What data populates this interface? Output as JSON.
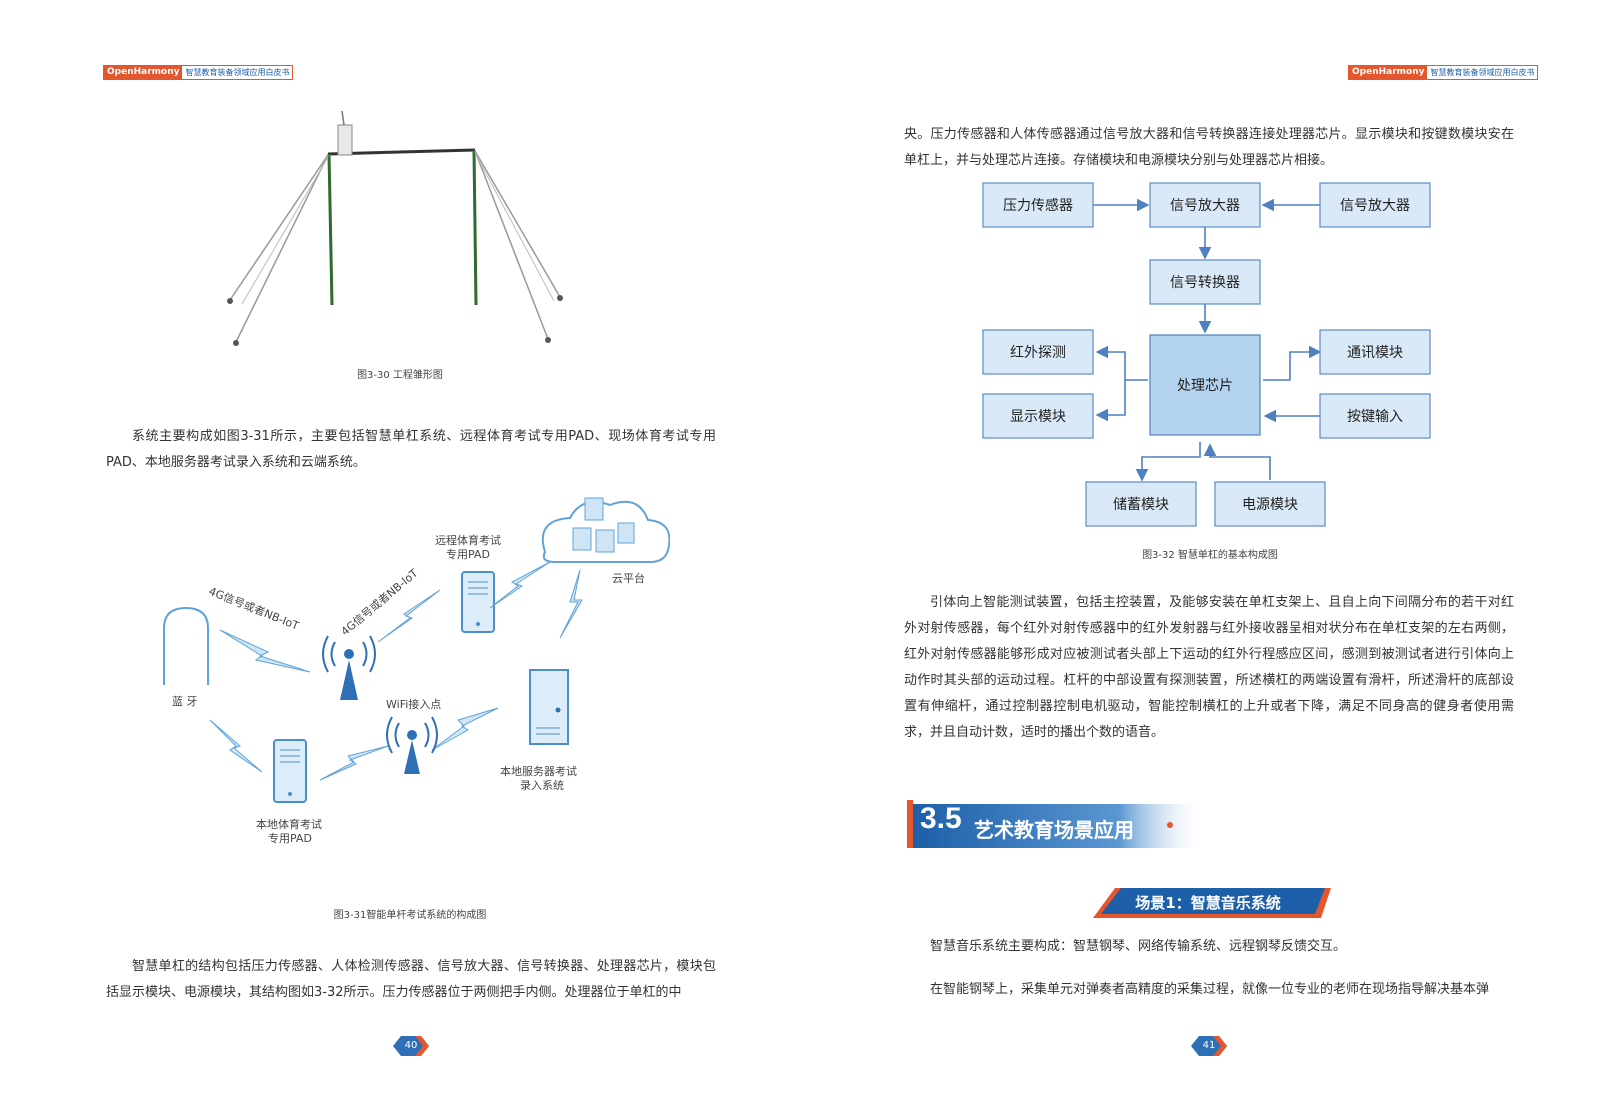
{
  "header": {
    "brand": "OpenHarmony",
    "subtitle": "智慧教育装备领域应用白皮书"
  },
  "left": {
    "figure30_caption": "图3-30 工程雏形图",
    "para1": "系统主要构成如图3-31所示，主要包括智慧单杠系统、远程体育考试专用PAD、现场体育考试专用PAD、本地服务器考试录入系统和云端系统。",
    "network": {
      "remote_pad": "远程体育考试专用PAD",
      "cloud": "云平台",
      "signal_left": "4G信号或者NB-IoT",
      "signal_right": "4G信号或者NB-IoT",
      "bluetooth": "蓝 牙",
      "wifi": "WiFi接入点",
      "server": "本地服务器考试录入系统",
      "local_pad": "本地体育考试专用PAD"
    },
    "figure31_caption": "图3-31智能单杆考试系统的构成图",
    "para2": "智慧单杠的结构包括压力传感器、人体检测传感器、信号放大器、信号转换器、处理器芯片，模块包括显示模块、电源模块，其结构图如3-32所示。压力传感器位于两侧把手内侧。处理器位于单杠的中",
    "page_number": "40"
  },
  "right": {
    "para1": "央。压力传感器和人体传感器通过信号放大器和信号转换器连接处理器芯片。显示模块和按键数模块安在单杠上，并与处理芯片连接。存储模块和电源模块分别与处理器芯片相接。",
    "flowchart": {
      "pressure": "压力传感器",
      "amp_center": "信号放大器",
      "amp_right": "信号放大器",
      "converter": "信号转换器",
      "infrared": "红外探测",
      "processor": "处理芯片",
      "comm": "通讯模块",
      "display": "显示模块",
      "keys": "按键输入",
      "storage": "储蓄模块",
      "power": "电源模块"
    },
    "figure32_caption": "图3-32 智慧单杠的基本构成图",
    "para2": "引体向上智能测试装置，包括主控装置，及能够安装在单杠支架上、且自上向下间隔分布的若干对红外对射传感器，每个红外对射传感器中的红外发射器与红外接收器呈相对状分布在单杠支架的左右两侧，红外对射传感器能够形成对应被测试者头部上下运动的红外行程感应区间，感测到被测试者进行引体向上动作时其头部的运动过程。杠杆的中部设置有探测装置，所述横杠的两端设置有滑杆，所述滑杆的底部设置有伸缩杆，通过控制器控制电机驱动，智能控制横杠的上升或者下降，满足不同身高的健身者使用需求，并且自动计数，适时的播出个数的语音。",
    "section_number": "3.5",
    "section_title": "艺术教育场景应用",
    "scene_title": "场景1：智慧音乐系统",
    "para3": "智慧音乐系统主要构成：智慧钢琴、网络传输系统、远程钢琴反馈交互。",
    "para4": "在智能钢琴上，采集单元对弹奏者高精度的采集过程，就像一位专业的老师在现场指导解决基本弹",
    "page_number": "41"
  },
  "colors": {
    "brand_orange": "#e4572e",
    "brand_blue": "#1d5fa8",
    "box_fill": "#d9e9f7",
    "box_stroke": "#5b8cc7"
  }
}
